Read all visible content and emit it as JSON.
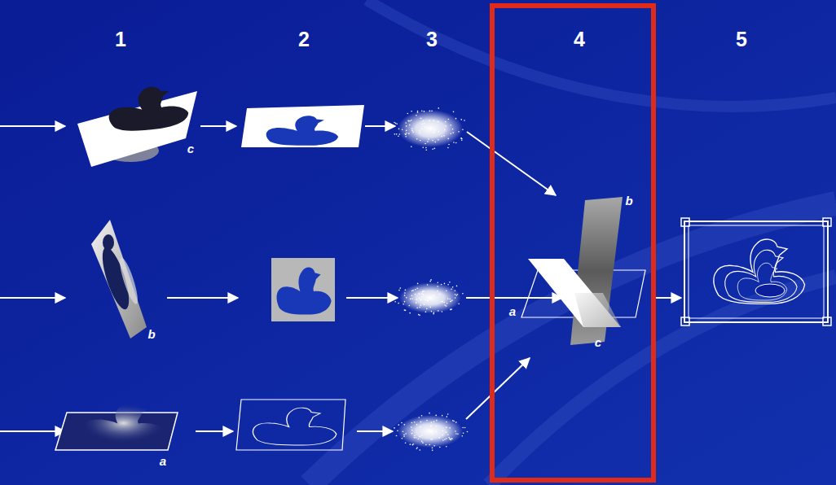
{
  "diagram": {
    "labels": [
      "1",
      "2",
      "3",
      "4",
      "5",
      "c",
      "b",
      "a",
      "b",
      "a",
      "c"
    ]
  }
}
